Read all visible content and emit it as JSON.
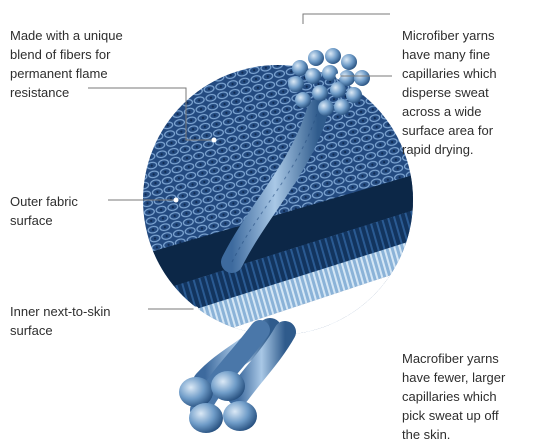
{
  "labels": {
    "blend": "Made with a unique\nblend of fibers for\npermanent flame\nresistance",
    "microfiber": "Microfiber yarns\nhave many fine\ncapillaries which\ndisperse sweat\nacross a wide\nsurface area for\nrapid drying.",
    "outer": "Outer fabric\nsurface",
    "inner": "Inner next-to-skin\nsurface",
    "macrofiber": "Macrofiber yarns\nhave fewer, larger\ncapillaries which\npick sweat up off\nthe skin."
  },
  "colors": {
    "fabric_dark": "#1f3f6e",
    "fabric_mid": "#2f5f9a",
    "band_dark": "#0e2a4c",
    "band_light": "#9cc0de",
    "fiber": "#6f9cc8",
    "fiber_highlight": "#c9ddf0",
    "leader_line": "#7a7a7a",
    "text": "#2e2e2e"
  }
}
